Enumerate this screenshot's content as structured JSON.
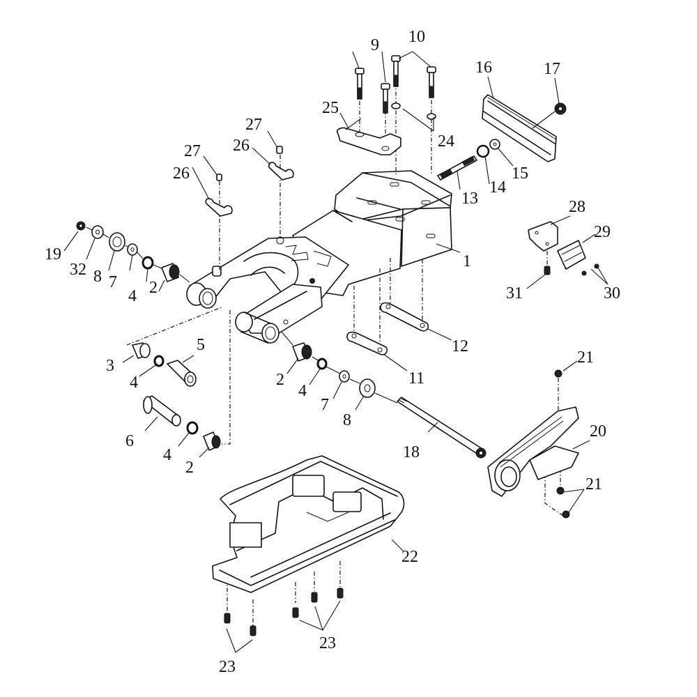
{
  "diagram": {
    "type": "exploded-parts-diagram",
    "subject": "Swing arm assembly",
    "background_color": "#ffffff",
    "line_color": "#111111",
    "callouts": [
      {
        "id": "c1",
        "label": "1"
      },
      {
        "id": "c2a",
        "label": "2"
      },
      {
        "id": "c2b",
        "label": "2"
      },
      {
        "id": "c2c",
        "label": "2"
      },
      {
        "id": "c3",
        "label": "3"
      },
      {
        "id": "c4a",
        "label": "4"
      },
      {
        "id": "c4b",
        "label": "4"
      },
      {
        "id": "c4c",
        "label": "4"
      },
      {
        "id": "c4d",
        "label": "4"
      },
      {
        "id": "c5",
        "label": "5"
      },
      {
        "id": "c6",
        "label": "6"
      },
      {
        "id": "c7a",
        "label": "7"
      },
      {
        "id": "c7b",
        "label": "7"
      },
      {
        "id": "c8a",
        "label": "8"
      },
      {
        "id": "c8b",
        "label": "8"
      },
      {
        "id": "c9",
        "label": "9"
      },
      {
        "id": "c10",
        "label": "10"
      },
      {
        "id": "c11",
        "label": "11"
      },
      {
        "id": "c12",
        "label": "12"
      },
      {
        "id": "c13",
        "label": "13"
      },
      {
        "id": "c14",
        "label": "14"
      },
      {
        "id": "c15",
        "label": "15"
      },
      {
        "id": "c16",
        "label": "16"
      },
      {
        "id": "c17",
        "label": "17"
      },
      {
        "id": "c18",
        "label": "18"
      },
      {
        "id": "c19",
        "label": "19"
      },
      {
        "id": "c20",
        "label": "20"
      },
      {
        "id": "c21a",
        "label": "21"
      },
      {
        "id": "c21b",
        "label": "21"
      },
      {
        "id": "c22",
        "label": "22"
      },
      {
        "id": "c23a",
        "label": "23"
      },
      {
        "id": "c23b",
        "label": "23"
      },
      {
        "id": "c24",
        "label": "24"
      },
      {
        "id": "c25",
        "label": "25"
      },
      {
        "id": "c26a",
        "label": "26"
      },
      {
        "id": "c26b",
        "label": "26"
      },
      {
        "id": "c27a",
        "label": "27"
      },
      {
        "id": "c27b",
        "label": "27"
      },
      {
        "id": "c28",
        "label": "28"
      },
      {
        "id": "c29",
        "label": "29"
      },
      {
        "id": "c30",
        "label": "30"
      },
      {
        "id": "c31",
        "label": "31"
      },
      {
        "id": "c32",
        "label": "32"
      }
    ],
    "parts": [
      {
        "number": 1,
        "name": "swing-arm"
      },
      {
        "number": 2,
        "name": "bushing"
      },
      {
        "number": 3,
        "name": "bushing"
      },
      {
        "number": 4,
        "name": "o-ring"
      },
      {
        "number": 5,
        "name": "collar"
      },
      {
        "number": 6,
        "name": "pivot-collar"
      },
      {
        "number": 7,
        "name": "washer"
      },
      {
        "number": 8,
        "name": "thrust-cover"
      },
      {
        "number": 9,
        "name": "bolt"
      },
      {
        "number": 10,
        "name": "bolt"
      },
      {
        "number": 11,
        "name": "link-plate"
      },
      {
        "number": 12,
        "name": "link-plate"
      },
      {
        "number": 13,
        "name": "adjuster-bolt"
      },
      {
        "number": 14,
        "name": "nut"
      },
      {
        "number": 15,
        "name": "washer"
      },
      {
        "number": 16,
        "name": "chain-slider"
      },
      {
        "number": 17,
        "name": "nut"
      },
      {
        "number": 18,
        "name": "pivot-shaft"
      },
      {
        "number": 19,
        "name": "nut"
      },
      {
        "number": 20,
        "name": "chain-guide"
      },
      {
        "number": 21,
        "name": "bolt"
      },
      {
        "number": 22,
        "name": "skid-plate"
      },
      {
        "number": 23,
        "name": "bolt"
      },
      {
        "number": 24,
        "name": "washer"
      },
      {
        "number": 25,
        "name": "bracket"
      },
      {
        "number": 26,
        "name": "clamp"
      },
      {
        "number": 27,
        "name": "bolt"
      },
      {
        "number": 28,
        "name": "bracket"
      },
      {
        "number": 29,
        "name": "reflector"
      },
      {
        "number": 30,
        "name": "screw"
      },
      {
        "number": 31,
        "name": "bolt"
      },
      {
        "number": 32,
        "name": "washer"
      }
    ]
  }
}
